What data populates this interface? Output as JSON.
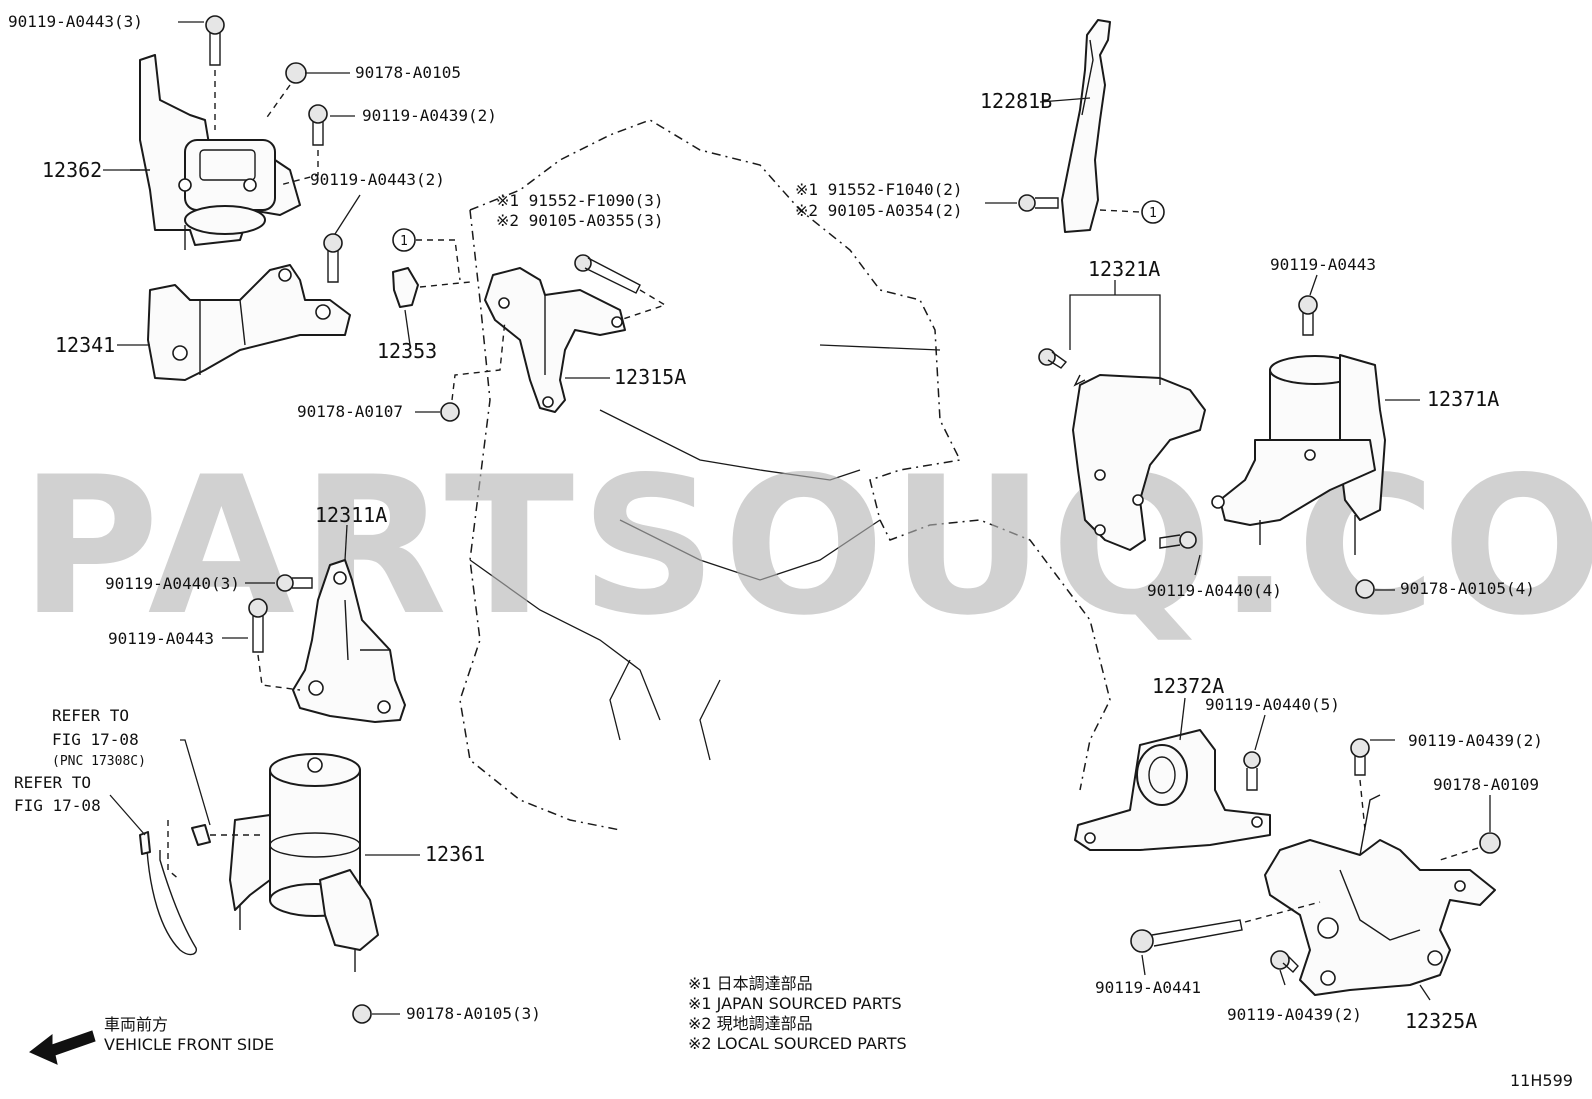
{
  "diagram": {
    "watermark": "PARTSOUQ.COM",
    "figure_code": "11H599",
    "direction_label_jp": "車両前方",
    "direction_label_en": "VEHICLE FRONT SIDE",
    "legend": [
      "※1  日本調達部品",
      "※1  JAPAN SOURCED PARTS",
      "※2  現地調達部品",
      "※2  LOCAL SOURCED PARTS"
    ],
    "ref_marker": "1",
    "labels": {
      "p_90119_a0443_3": "90119-A0443(3)",
      "p_90178_a0105": "90178-A0105",
      "p_90119_a0439_2_top": "90119-A0439(2)",
      "p_90119_a0443_2": "90119-A0443(2)",
      "p_12362": "12362",
      "p_12341": "12341",
      "p_12353": "12353",
      "p_91552_f1090": "※1 91552-F1090(3)",
      "p_90105_a0355": "※2 90105-A0355(3)",
      "p_12315a": "12315A",
      "p_90178_a0107": "90178-A0107",
      "p_12281b": "12281B",
      "p_91552_f1040": "※1 91552-F1040(2)",
      "p_90105_a0354": "※2 90105-A0354(2)",
      "p_12321a": "12321A",
      "p_90119_a0443_right": "90119-A0443",
      "p_12371a": "12371A",
      "p_90119_a0440_4": "90119-A0440(4)",
      "p_90178_a0105_4": "90178-A0105(4)",
      "p_12311a": "12311A",
      "p_90119_a0440_3": "90119-A0440(3)",
      "p_90119_a0443_left": "90119-A0443",
      "refer_to_1": "REFER TO",
      "fig_1708_1": "FIG 17-08",
      "pnc": "(PNC 17308C)",
      "refer_to_2": "REFER TO",
      "fig_1708_2": "FIG 17-08",
      "p_12361": "12361",
      "p_90178_a0105_3": "90178-A0105(3)",
      "p_12372a": "12372A",
      "p_90119_a0440_5": "90119-A0440(5)",
      "p_90119_a0439_2_right": "90119-A0439(2)",
      "p_90178_a0109": "90178-A0109",
      "p_90119_a0441": "90119-A0441",
      "p_90119_a0439_2_bottom": "90119-A0439(2)",
      "p_12325a": "12325A"
    }
  }
}
